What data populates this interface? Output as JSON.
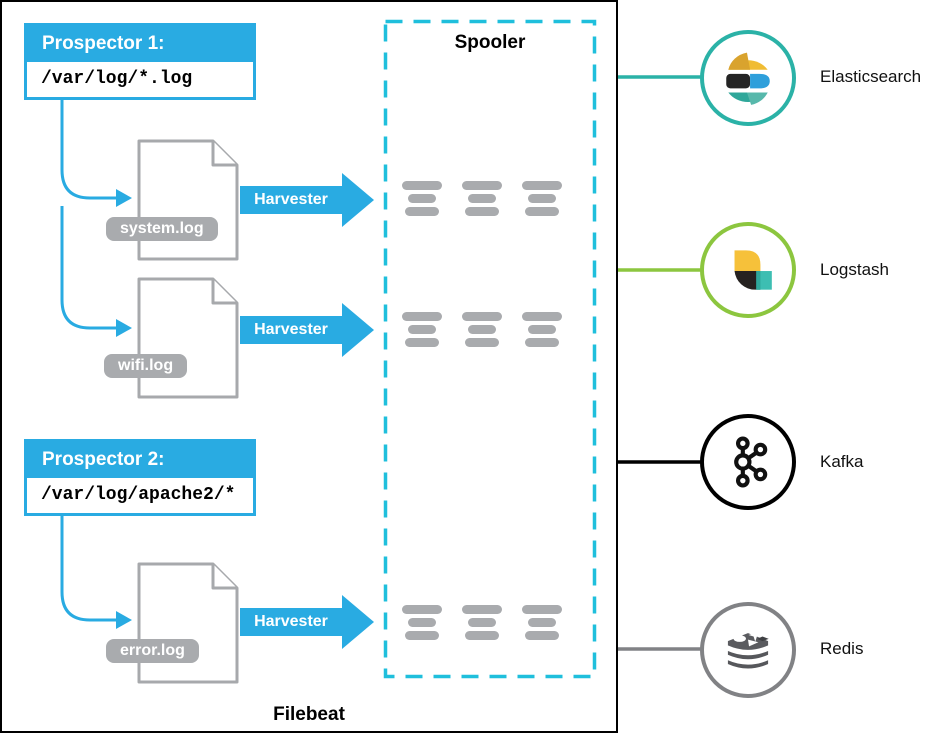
{
  "colors": {
    "blue": "#29ABE2",
    "spooler_dash": "#1FBFDC",
    "doc_gray": "#A7A9AC",
    "bar_gray": "#A9ABAE",
    "elasticsearch": "#2BB2A7",
    "logstash": "#8CC63F",
    "kafka": "#000000",
    "redis": "#818285"
  },
  "filebeat": {
    "label": "Filebeat"
  },
  "spooler": {
    "label": "Spooler"
  },
  "harvester": {
    "label": "Harvester"
  },
  "prospectors": [
    {
      "title": "Prospector 1:",
      "path": "/var/log/*.log"
    },
    {
      "title": "Prospector 2:",
      "path": "/var/log/apache2/*"
    }
  ],
  "log_files": [
    {
      "name": "system.log"
    },
    {
      "name": "wifi.log"
    },
    {
      "name": "error.log"
    }
  ],
  "outputs": [
    {
      "label": "Elasticsearch",
      "color": "#2BB2A7"
    },
    {
      "label": "Logstash",
      "color": "#8CC63F"
    },
    {
      "label": "Kafka",
      "color": "#000000"
    },
    {
      "label": "Redis",
      "color": "#818285"
    }
  ]
}
